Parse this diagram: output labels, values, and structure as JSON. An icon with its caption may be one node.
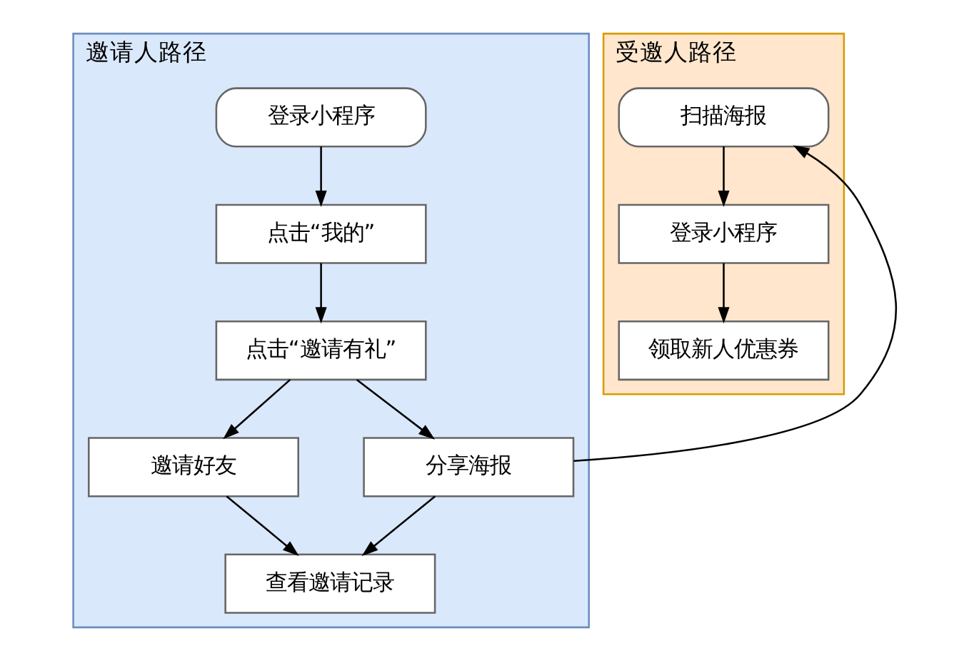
{
  "diagram": {
    "nodes": [
      {
        "text": [
          "邀请人路径"
        ]
      },
      {
        "text": [
          "登录小程序"
        ],
        "in": 0
      },
      {
        "text": [
          "点击“我的”"
        ],
        "in": 0
      },
      {
        "text": [
          "点击“邀请有礼”"
        ],
        "in": 0
      },
      {
        "text": [
          "邀请好友"
        ],
        "in": 0
      },
      {
        "text": [
          "分享海报"
        ],
        "in": 0
      },
      {
        "text": [
          "查看邀请记录"
        ],
        "in": 0
      },
      {
        "text": [
          "受邀人路径"
        ]
      },
      {
        "text": [
          "扫描海报"
        ],
        "in": 7
      },
      {
        "text": [
          "登录小程序"
        ],
        "in": 7
      },
      {
        "text": [
          "领取新人优惠券"
        ],
        "in": 7
      }
    ],
    "edges": [
      {
        "from": 1,
        "to": 2,
        "arrow": "to"
      },
      {
        "from": 2,
        "to": 3,
        "arrow": "to"
      },
      {
        "from": 3,
        "to": 4,
        "arrow": "to"
      },
      {
        "from": 3,
        "to": 5,
        "arrow": "to"
      },
      {
        "from": 4,
        "to": 6,
        "arrow": "to"
      },
      {
        "from": 5,
        "to": 6,
        "arrow": "to"
      },
      {
        "from": 5,
        "to": 8,
        "arrow": "to"
      },
      {
        "from": 8,
        "to": 9,
        "arrow": "to"
      },
      {
        "from": 9,
        "to": 10,
        "arrow": "to"
      }
    ]
  }
}
